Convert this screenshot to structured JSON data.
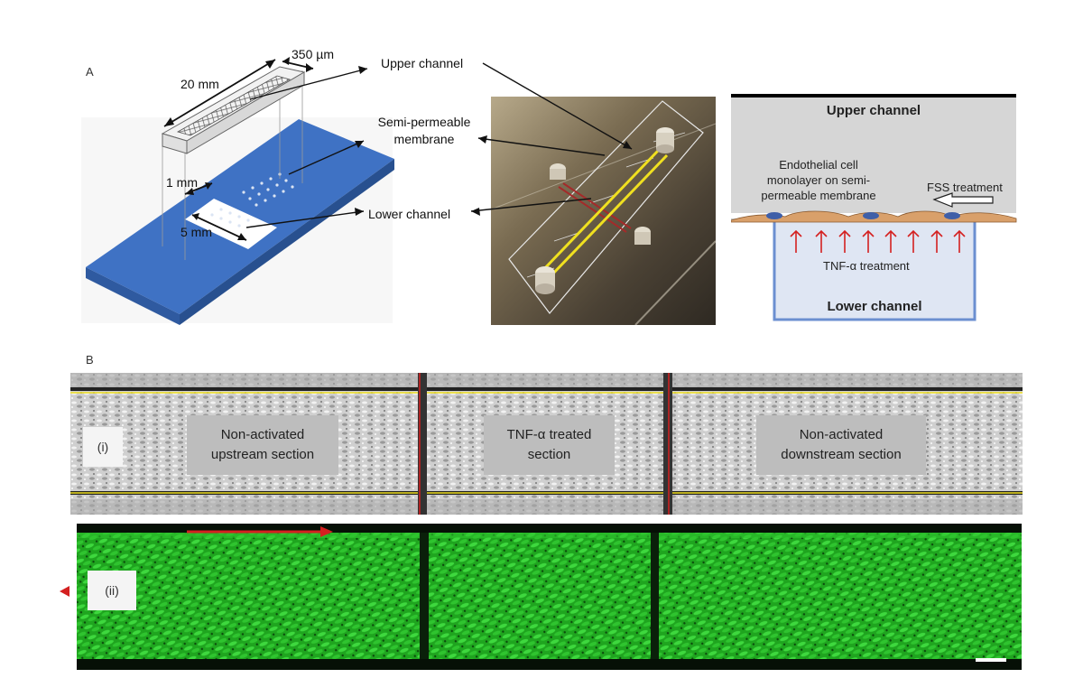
{
  "panel_a": {
    "letter": "A",
    "dim_350": "350 µm",
    "dim_20": "20 mm",
    "dim_1": "1 mm",
    "dim_5": "5 mm",
    "upper_channel": "Upper channel",
    "membrane_line1": "Semi-permeable",
    "membrane_line2": "membrane",
    "lower_channel": "Lower channel",
    "schematic": {
      "upper_title": "Upper channel",
      "cell_line1": "Endothelial cell",
      "cell_line2": "monolayer on semi-",
      "cell_line3": "permeable membrane",
      "fss": "FSS treatment",
      "tnf": "TNF-α treatment",
      "lower_title": "Lower channel"
    }
  },
  "panel_b": {
    "letter": "B",
    "tag_i": "(i)",
    "tag_ii": "(ii)",
    "sections": [
      {
        "line1": "Non-activated",
        "line2": "upstream section"
      },
      {
        "line1": "TNF-α treated",
        "line2": "section"
      },
      {
        "line1": "Non-activated",
        "line2": "downstream section"
      }
    ]
  },
  "colors": {
    "chip_blue": "#3f72c4",
    "fluorescence_green": "#2fc42f",
    "guide_yellow": "#f0e020",
    "flow_red": "#d42020"
  }
}
